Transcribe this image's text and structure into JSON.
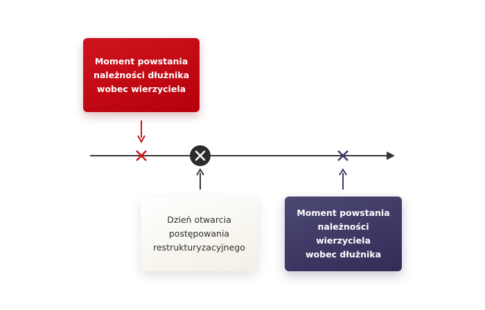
{
  "boxes": {
    "creditor_claim": "Moment powstania\nnależności dłużnika\nwobec wierzyciela",
    "restructuring_opening": "Dzień otwarcia\npostępowania\nrestrukturyzacyjnego",
    "debtor_claim": "Moment powstania\nnależności wierzyciela\nwobec dłużnika"
  },
  "colors": {
    "red": "#c8101a",
    "navy": "#3b3766",
    "line": "#333333",
    "marker": "#2b2b2b"
  },
  "icons": {
    "marker_red": "x-icon",
    "marker_center": "circle-x-icon",
    "marker_purple": "x-icon"
  }
}
